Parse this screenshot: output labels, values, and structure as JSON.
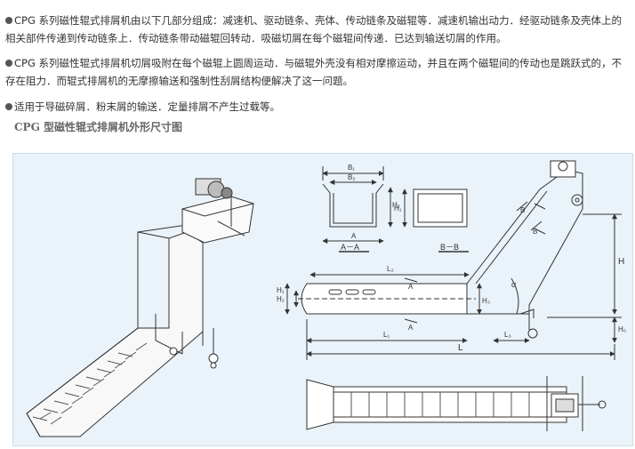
{
  "paragraphs": [
    {
      "bullet_color": "#555555",
      "text": "CPG 系列磁性辊式排屑机由以下几部分组成：减速机、驱动链条、壳体、传动链条及磁辊等．减速机输出动力．经驱动链条及壳体上的相关部件传递到传动链条上．传动链条带动磁辊回转动．吸磁切屑在每个磁辊间传递．已达到输送切屑的作用。"
    },
    {
      "bullet_color": "#555555",
      "text": "CPG 系列磁性辊式排屑机切屑吸附在每个磁辊上圆周运动．与磁辊外壳没有相对摩擦运动，并且在两个磁辊间的传动也是跳跃式的，不存在阻力．而辊式排屑机的无摩擦输送和强制性刮屑结构便解决了这一问题。"
    },
    {
      "bullet_color": "#555555",
      "text": "适用于导磁碎屑．粉末屑的输送．定量排屑不产生过载等。"
    }
  ],
  "figure_title": "CPG 型磁性辊式排屑机外形尺寸图",
  "drawing": {
    "background": "#eaf3fa",
    "labels": {
      "b1": "B₁",
      "b2": "B₂",
      "a": "A",
      "h2_left": "H₂",
      "aa": "A－A",
      "h1": "H₁",
      "bb": "B－B",
      "l2": "L₂",
      "section_a": "A",
      "section_b": "B",
      "hz": "H₂",
      "h1_small": "H₁",
      "h3": "H₃",
      "alpha": "α",
      "h": "H",
      "l1": "L₁",
      "l3": "L₃",
      "l": "L",
      "h0": "H₀"
    }
  }
}
